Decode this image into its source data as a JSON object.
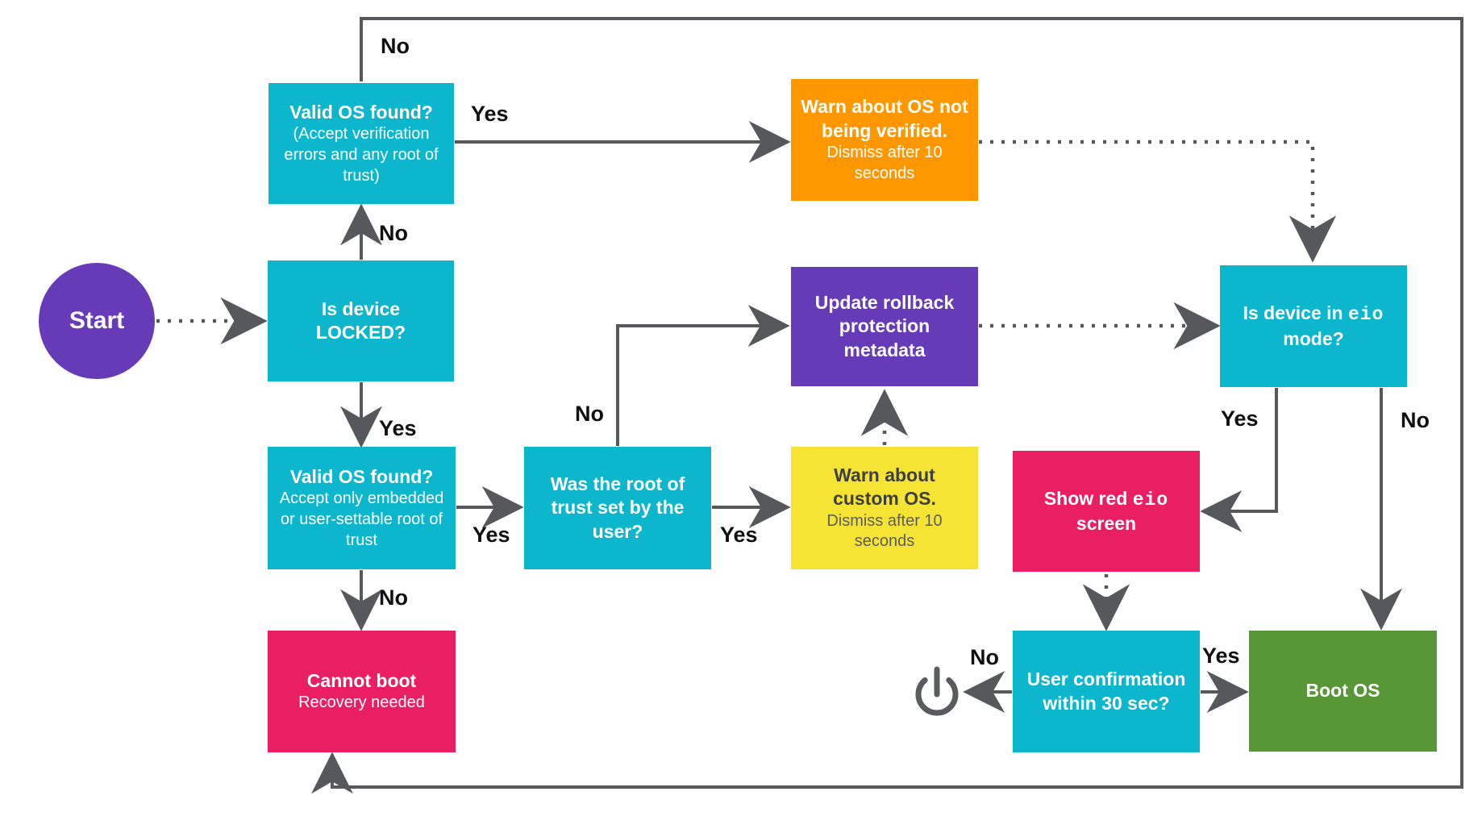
{
  "nodes": {
    "start": {
      "label": "Start"
    },
    "valid_os_any": {
      "title": "Valid OS found?",
      "subtitle": "(Accept verification errors and any root of trust)"
    },
    "warn_unverified": {
      "title": "Warn about OS not being verified.",
      "subtitle": "Dismiss after 10 seconds"
    },
    "is_locked": {
      "title": "Is device LOCKED?"
    },
    "update_rollback": {
      "title": "Update rollback protection metadata"
    },
    "eio_mode": {
      "text_before": "Is device in ",
      "code": "eio",
      "text_after": " mode?"
    },
    "valid_os_embedded": {
      "title": "Valid OS found?",
      "subtitle": "Accept only embedded or user-settable root of trust"
    },
    "root_of_trust": {
      "title": "Was the root of trust set by the user?"
    },
    "warn_custom": {
      "title": "Warn about custom OS.",
      "subtitle": "Dismiss after 10 seconds"
    },
    "show_red_eio": {
      "text_before": "Show red ",
      "code": "eio",
      "text_after": " screen"
    },
    "cannot_boot": {
      "title": "Cannot boot",
      "subtitle": "Recovery needed"
    },
    "user_confirmation": {
      "title": "User confirmation within 30 sec?"
    },
    "boot_os": {
      "title": "Boot OS"
    }
  },
  "edge_labels": {
    "top_no": "No",
    "locked_no": "No",
    "locked_yes": "Yes",
    "valid_any_yes": "Yes",
    "valid_embedded_yes": "Yes",
    "valid_embedded_no": "No",
    "root_no": "No",
    "root_yes": "Yes",
    "eio_yes": "Yes",
    "eio_no": "No",
    "confirm_no": "No",
    "confirm_yes": "Yes"
  },
  "icons": {
    "power": "power-icon"
  },
  "colors": {
    "cyan": "#0cb7cd",
    "purple": "#673ab7",
    "orange": "#ff9800",
    "yellow": "#f6e434",
    "pink": "#e91e63",
    "green": "#579735",
    "wire": "#56585b",
    "label_text": "#101010",
    "node_text_light": "#ffffff",
    "node_text_dark": "#3d4043",
    "background": "#ffffff"
  }
}
